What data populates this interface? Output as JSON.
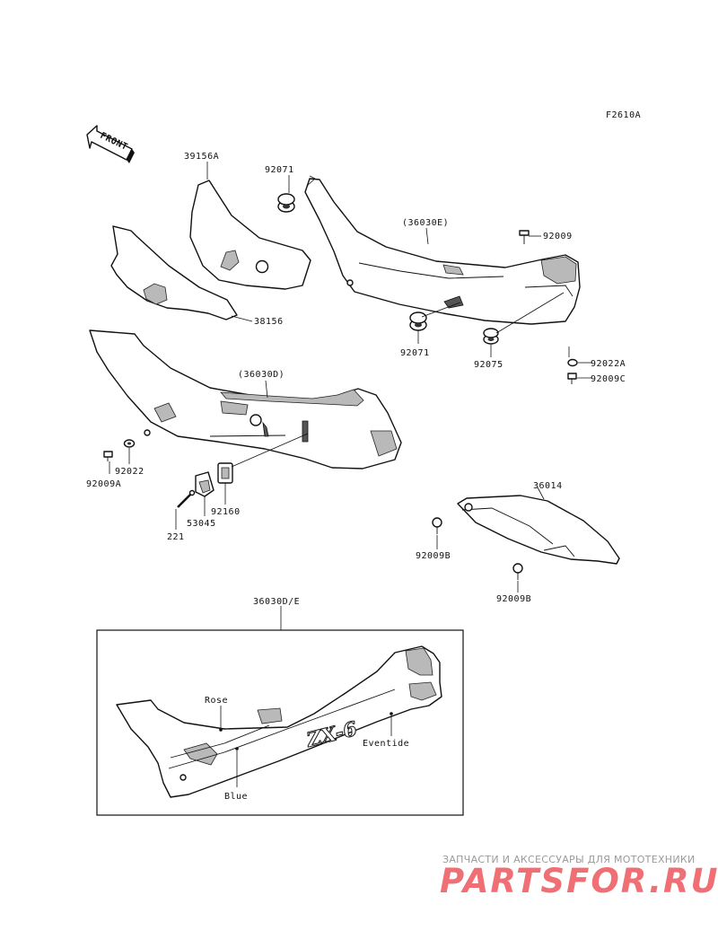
{
  "figure_code": "F2610A",
  "front_label": "FRONT",
  "part_labels": {
    "p39156A": "39156A",
    "p38156": "38156",
    "p92071_top": "92071",
    "p36030E": "(36030E)",
    "p92009": "92009",
    "p92071_mid": "92071",
    "p92075": "92075",
    "p92022A": "92022A",
    "p92009C": "92009C",
    "p36030D": "(36030D)",
    "p92009A": "92009A",
    "p92022": "92022",
    "p53045": "53045",
    "p92160": "92160",
    "p221": "221",
    "p36014": "36014",
    "p92009B_top": "92009B",
    "p92009B_bot": "92009B"
  },
  "inset": {
    "title": "36030D/E",
    "logo_text": "ZX-6",
    "colors": [
      "Rose",
      "Eventide",
      "Blue"
    ]
  },
  "watermark": {
    "caption": "ЗАПЧАСТИ И АКСЕССУАРЫ ДЛЯ МОТОТЕХНИКИ",
    "logo": "PARTSFOR.RU"
  }
}
